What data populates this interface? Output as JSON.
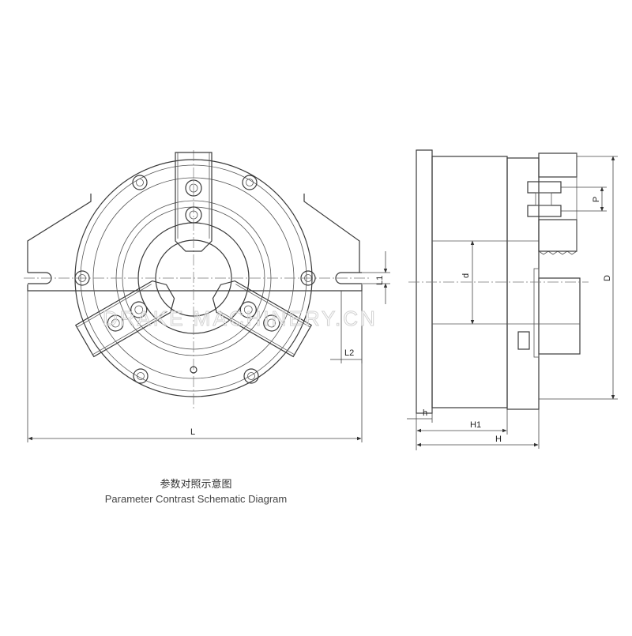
{
  "labels": {
    "L": "L",
    "L1": "L1",
    "L2": "L2",
    "d": "d",
    "P": "P",
    "D": "D",
    "h": "h",
    "H1": "H1",
    "H": "H"
  },
  "watermark": "DRAKE MACHINERY.CN",
  "caption": {
    "chinese": "参数对照示意图",
    "english": "Parameter Contrast Schematic Diagram"
  },
  "colors": {
    "line": "#3a3a3a",
    "watermark": "#d2d2d2"
  }
}
